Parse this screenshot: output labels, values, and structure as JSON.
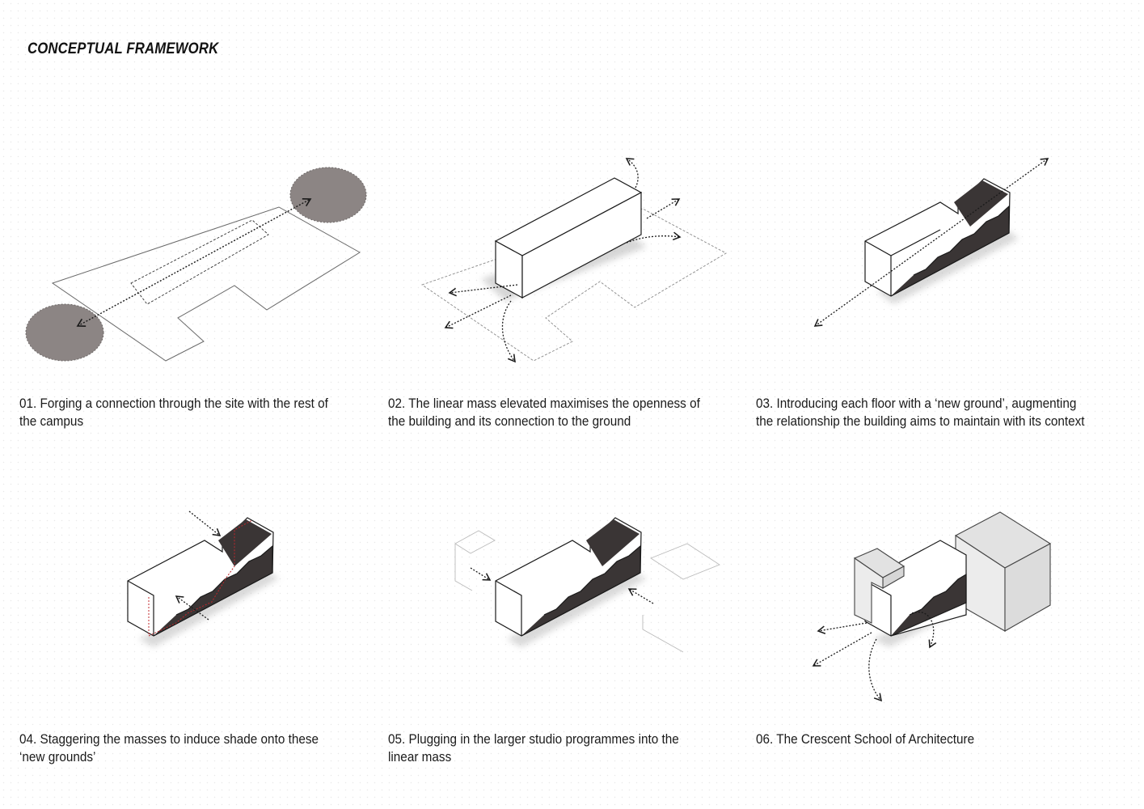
{
  "page": {
    "title": "CONCEPTUAL FRAMEWORK"
  },
  "panels": [
    {
      "id": "01",
      "caption": "01. Forging a connection through the site with the rest of the campus"
    },
    {
      "id": "02",
      "caption": "02. The linear mass elevated maximises the openness of the building and its connection to the ground"
    },
    {
      "id": "03",
      "caption": "03. Introducing each floor with a ‘new ground’, augmenting the relationship the building aims to maintain with its context"
    },
    {
      "id": "04",
      "caption": "04. Staggering the masses to induce shade onto these ‘new grounds’"
    },
    {
      "id": "05",
      "caption": "05. Plugging in the larger studio programmes into the linear mass"
    },
    {
      "id": "06",
      "caption": "06. The Crescent School of Architecture"
    }
  ],
  "colors": {
    "ink": "#1a1a1a",
    "stair": "#3a3535",
    "node": "#8c8584",
    "accent": "#c0282c",
    "studio": "#e2e2e2"
  }
}
